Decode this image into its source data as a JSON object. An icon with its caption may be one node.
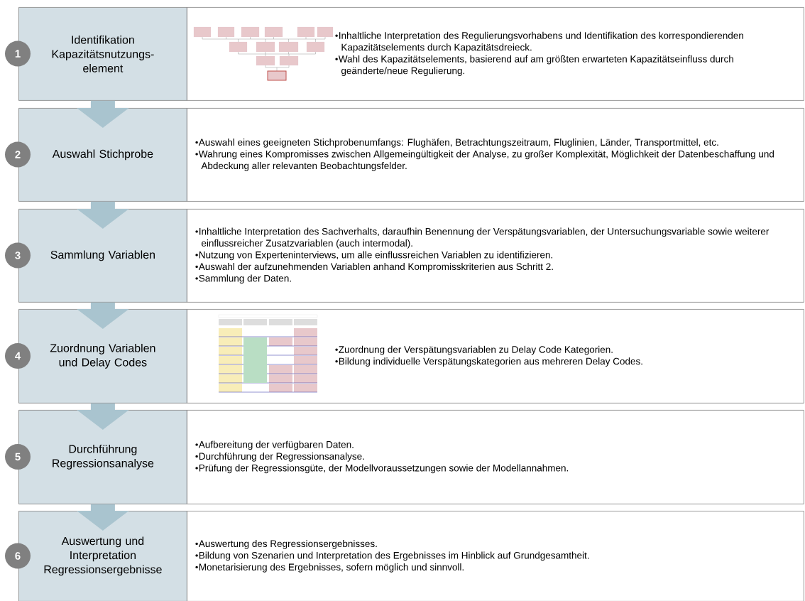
{
  "diagram": {
    "nodes": [
      {
        "text": [
          "1"
        ]
      },
      {
        "text": [
          "Identifikation Kapazitätsnutzungs-element"
        ]
      },
      {
        "text": [
          "Inhaltliche Interpretation des Regulierungsvorhabens und Identifikation des korrespondierenden Kapazitätselements durch Kapazitätsdreieck.",
          "Wahl des Kapazitätselements, basierend auf am größten erwarteten Kapazitätseinfluss durch geänderte/neue Regulierung."
        ]
      },
      {
        "text": [
          "2"
        ]
      },
      {
        "text": [
          "Auswahl Stichprobe"
        ]
      },
      {
        "text": [
          "Auswahl eines geeigneten Stichprobenumfangs: Flughäfen, Betrachtungszeitraum, Fluglinien, Länder, Transportmittel, etc.",
          "Wahrung eines Kompromisses zwischen Allgemeingültigkeit der Analyse, zu großer Komplexität, Möglichkeit der Datenbeschaffung und Abdeckung aller relevanten Beobachtungsfelder."
        ]
      },
      {
        "text": [
          "3"
        ]
      },
      {
        "text": [
          "Sammlung Variablen"
        ]
      },
      {
        "text": [
          "Inhaltliche Interpretation des Sachverhalts, daraufhin Benennung der Verspätungsvariablen, der Untersuchungsvariable sowie weiterer einflussreicher Zusatzvariablen (auch intermodal).",
          "Nutzung von Experteninterviews, um alle einflussreichen Variablen zu identifizieren.",
          "Auswahl der aufzunehmenden Variablen anhand Kompromisskriterien aus Schritt 2.",
          "Sammlung der Daten."
        ]
      },
      {
        "text": [
          "4"
        ]
      },
      {
        "text": [
          "Zuordnung Variablen und Delay Codes"
        ]
      },
      {
        "text": [
          "Zuordnung der Verspätungsvariablen zu Delay Code Kategorien.",
          "Bildung individuelle Verspätungskategorien aus mehreren Delay Codes."
        ]
      },
      {
        "text": [
          "5"
        ]
      },
      {
        "text": [
          "Durchführung Regressionsanalyse"
        ]
      },
      {
        "text": [
          "Aufbereitung der verfügbaren Daten.",
          "Durchführung der Regressionsanalyse.",
          "Prüfung der Regressionsgüte, der Modellvoraussetzungen sowie der Modellannahmen."
        ]
      },
      {
        "text": [
          "6"
        ]
      },
      {
        "text": [
          "Auswertung und Interpretation Regressionsergebnisse"
        ]
      },
      {
        "text": [
          "Auswertung des Regressionsergebnisses.",
          "Bildung von Szenarien und Interpretation des Ergebnisses im Hinblick auf Grundgesamtheit.",
          "Monetarisierung des Ergebnisses, sofern möglich und sinnvoll."
        ]
      }
    ],
    "edges": [
      {
        "from": 1,
        "to": 4,
        "arrow": "to"
      },
      {
        "from": 4,
        "to": 7,
        "arrow": "to"
      },
      {
        "from": 7,
        "to": 10,
        "arrow": "to"
      },
      {
        "from": 10,
        "to": 13,
        "arrow": "to"
      },
      {
        "from": 13,
        "to": 16,
        "arrow": "to"
      }
    ]
  }
}
